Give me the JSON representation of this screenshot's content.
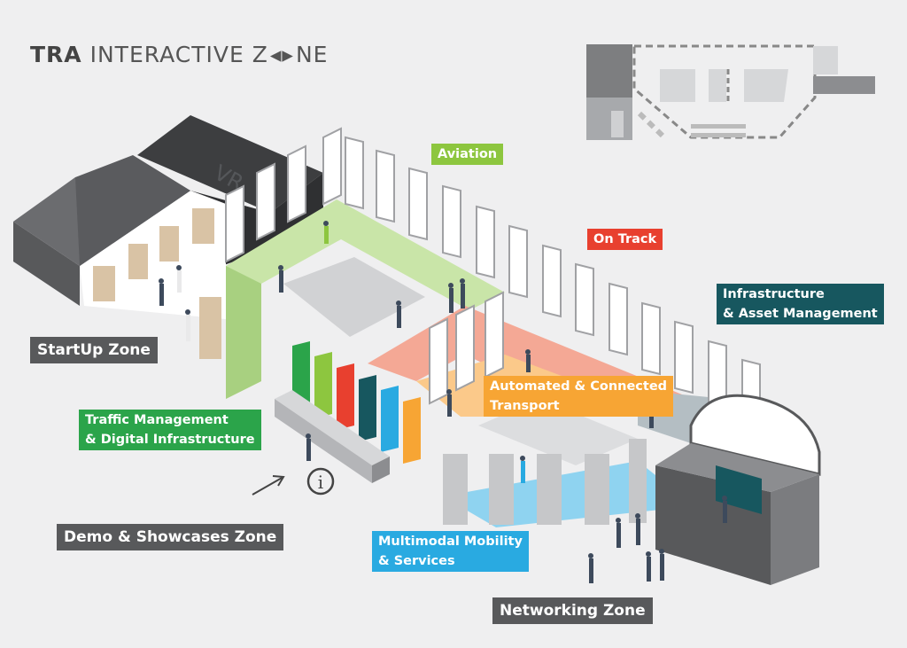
{
  "title": {
    "bold": "TRA",
    "rest_a": " INTERACTIVE Z",
    "rest_b": "NE"
  },
  "floor": {
    "vr_label": "VR"
  },
  "zones": {
    "aviation": {
      "label": "Aviation",
      "color": "#8dc63f"
    },
    "on_track": {
      "label": "On Track",
      "color": "#e8402f"
    },
    "infrastructure": {
      "line1": "Infrastructure",
      "line2": "& Asset Management",
      "color": "#17575f"
    },
    "startup": {
      "label": "StartUp Zone",
      "color": "#58595b"
    },
    "automated": {
      "line1": "Automated & Connected",
      "line2": "Transport",
      "color": "#f7a534"
    },
    "traffic": {
      "line1": "Traffic Management",
      "line2": "& Digital Infrastructure",
      "color": "#2ba44a"
    },
    "demo": {
      "label": "Demo & Showcases Zone",
      "color": "#58595b"
    },
    "multimodal": {
      "line1": "Multimodal Mobility",
      "line2": "& Services",
      "color": "#29aae1"
    },
    "networking": {
      "label": "Networking Zone",
      "color": "#58595b"
    }
  },
  "info_icon": "i"
}
